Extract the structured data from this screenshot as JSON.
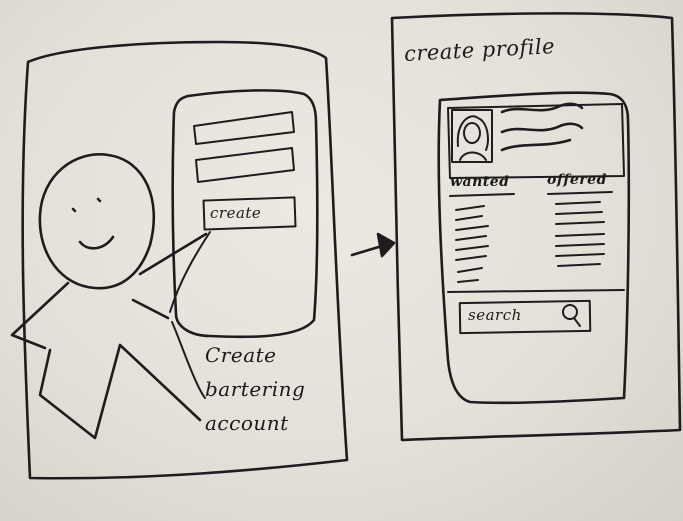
{
  "login_screen": {
    "fields_count": 2,
    "create_button_label": "create",
    "caption_lines": [
      "Create",
      "bartering",
      "account"
    ]
  },
  "profile_screen": {
    "title": "create profile",
    "wanted_label": "wanted",
    "offered_label": "offered",
    "search_label": "search",
    "search_icon": "magnifier-icon",
    "avatar_icon": "woman-portrait-icon"
  },
  "colors": {
    "paper": "#e6e3dd",
    "ink": "#1d1d1d"
  }
}
